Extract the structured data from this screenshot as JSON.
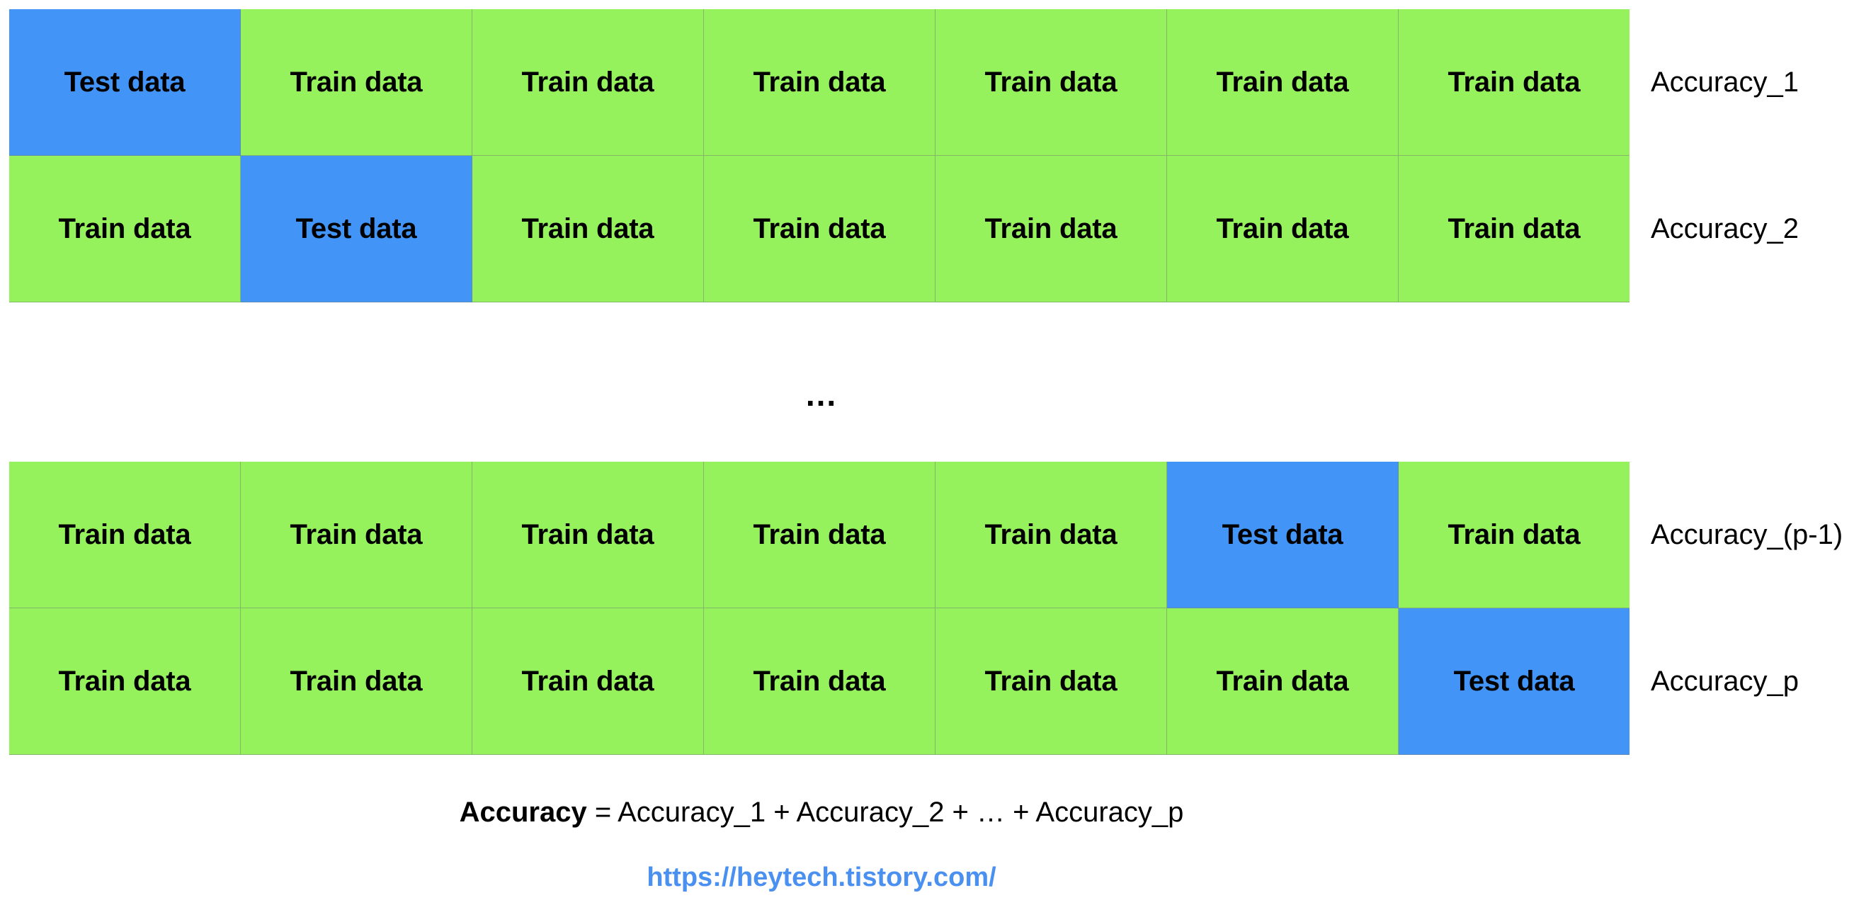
{
  "colors": {
    "train_cell": "#96f25c",
    "test_cell": "#4294f7",
    "cell_text": "#000000",
    "link": "#4a90f0",
    "background": "#ffffff"
  },
  "legend": {
    "train_label": "Train data",
    "test_label": "Test data"
  },
  "diagram": {
    "type": "k-fold-cross-validation",
    "num_columns": 7,
    "blocks": [
      {
        "name": "first-folds",
        "rows": [
          {
            "label": "Accuracy_1",
            "cells": [
              "Test data",
              "Train data",
              "Train data",
              "Train data",
              "Train data",
              "Train data",
              "Train data"
            ],
            "kinds": [
              "test",
              "train",
              "train",
              "train",
              "train",
              "train",
              "train"
            ]
          },
          {
            "label": "Accuracy_2",
            "cells": [
              "Train data",
              "Test data",
              "Train data",
              "Train data",
              "Train data",
              "Train data",
              "Train data"
            ],
            "kinds": [
              "train",
              "test",
              "train",
              "train",
              "train",
              "train",
              "train"
            ]
          }
        ]
      },
      {
        "name": "last-folds",
        "rows": [
          {
            "label": "Accuracy_(p-1)",
            "cells": [
              "Train data",
              "Train data",
              "Train data",
              "Train data",
              "Train data",
              "Test data",
              "Train data"
            ],
            "kinds": [
              "train",
              "train",
              "train",
              "train",
              "train",
              "test",
              "train"
            ]
          },
          {
            "label": "Accuracy_p",
            "cells": [
              "Train data",
              "Train data",
              "Train data",
              "Train data",
              "Train data",
              "Train data",
              "Test data"
            ],
            "kinds": [
              "train",
              "train",
              "train",
              "train",
              "train",
              "train",
              "test"
            ]
          }
        ]
      }
    ],
    "ellipsis": "..."
  },
  "formula": {
    "lead": "Accuracy",
    "rest": " = Accuracy_1 + Accuracy_2 + … + Accuracy_p"
  },
  "footer": {
    "url": "https://heytech.tistory.com/"
  }
}
